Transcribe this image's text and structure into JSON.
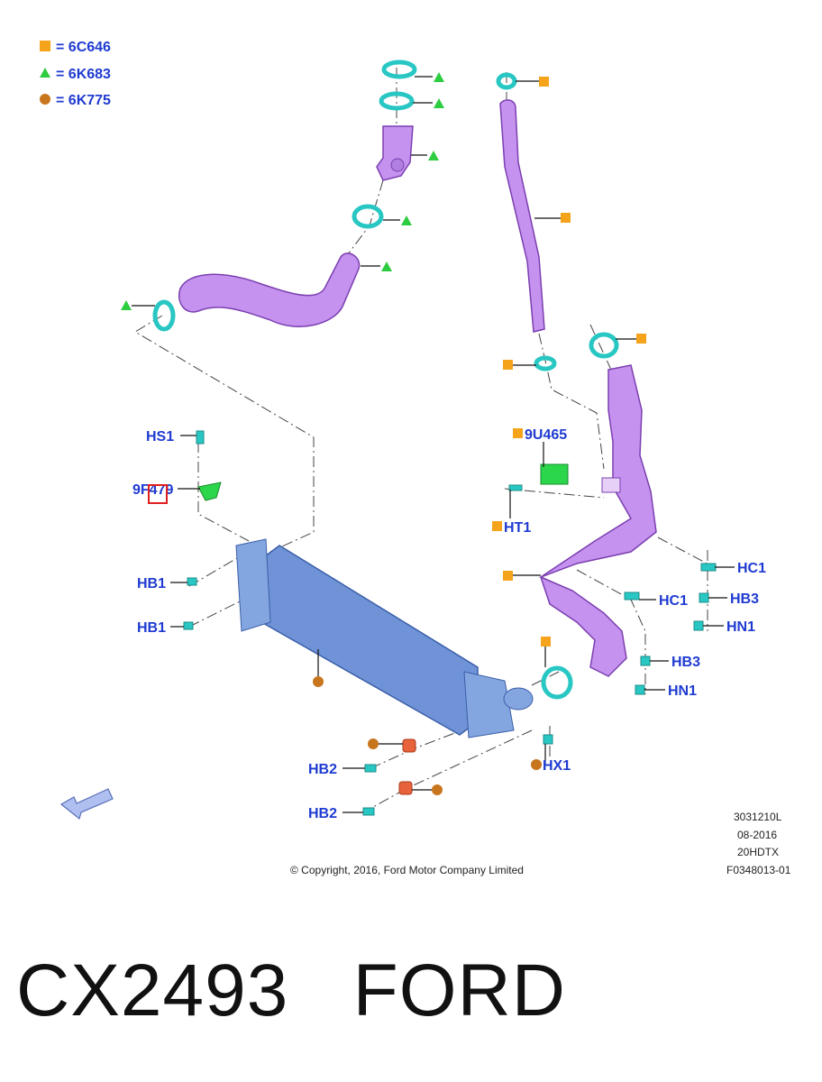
{
  "legend": [
    {
      "label": "= 6C646",
      "shape": "square",
      "color": "#f5a31a"
    },
    {
      "label": "= 6K683",
      "shape": "triangle",
      "color": "#2ecc40"
    },
    {
      "label": "= 6K775",
      "shape": "circle",
      "color": "#c8761e"
    }
  ],
  "callouts": {
    "hs1": "HS1",
    "p9f479": "9F479",
    "hb1_a": "HB1",
    "hb1_b": "HB1",
    "p9u465": "9U465",
    "ht1": "HT1",
    "hc1_a": "HC1",
    "hb3_a": "HB3",
    "hn1_a": "HN1",
    "hc1_b": "HC1",
    "hb3_b": "HB3",
    "hn1_b": "HN1",
    "hb2_a": "HB2",
    "hb2_b": "HB2",
    "hx1": "HX1"
  },
  "meta": {
    "code": "3031210L",
    "date": "08-2016",
    "engine": "20HDTX",
    "figure": "F0348013-01",
    "copyright": "© Copyright, 2016, Ford Motor Company Limited"
  },
  "caption": "CX2493   FORD",
  "colors": {
    "square": "#f5a31a",
    "triangle": "#2ecc40",
    "circle": "#c8761e",
    "callout": "#1f3bd1",
    "hose": "#c592ef",
    "clamp": "#28c7c3",
    "cooler": "#6f93d6"
  }
}
